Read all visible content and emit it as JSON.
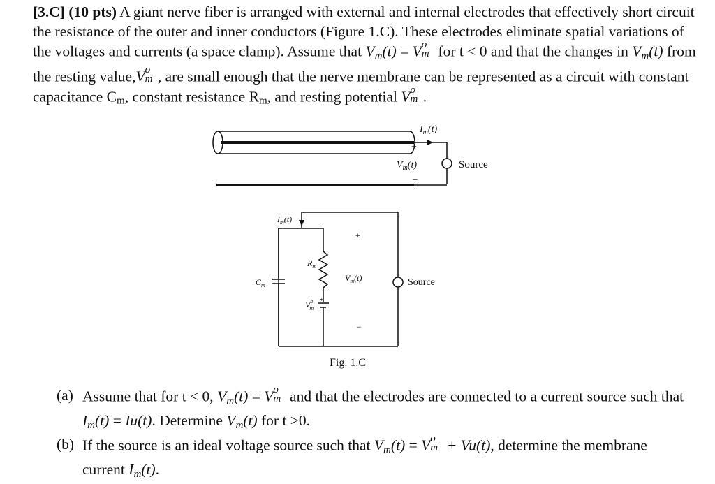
{
  "problem": {
    "heading": "[3.C] (10 pts)",
    "text_1": " A giant nerve fiber is arranged with external and internal electrodes that effectively short circuit the resistance of the outer and inner conductors (Figure 1.C). These electrodes eliminate spatial variations of the voltages and currents (a space clamp). Assume that ",
    "vm_t": "V",
    "eq_1": " = ",
    "text_2": " for t < 0 and that the changes in ",
    "text_3": " from the resting value,",
    "text_4": ", are small enough that the nerve membrane can be represented as a circuit with constant capacitance C",
    "text_5": ", constant resistance R",
    "text_6": ", and resting potential ",
    "text_7": ".",
    "sub_m": "m",
    "sup_o": "o",
    "t_arg": "(t)"
  },
  "figure": {
    "top_current_label": "I",
    "top_voltage_label": "V",
    "top_source_label": "Source",
    "top_plus": "+",
    "top_minus": "−",
    "bottom_current_label": "I",
    "bottom_r_label": "R",
    "bottom_c_label": "C",
    "bottom_v_label": "V",
    "bottom_vo_label": "V",
    "bottom_source_label": "Source",
    "bottom_plus": "+",
    "bottom_minus": "−",
    "caption": "Fig. 1.C"
  },
  "questions": [
    {
      "label": "(a)",
      "text_1": "Assume that for t < 0, ",
      "text_2": " and that the electrodes are connected to a current source such that ",
      "text_3": ". Determine ",
      "text_4": " for t >0."
    },
    {
      "label": "(b)",
      "text_1": "If the source is an ideal voltage source such that ",
      "text_2": ", determine the membrane current ",
      "text_3": "."
    }
  ],
  "math": {
    "V": "V",
    "I": "I",
    "t": "(t)",
    "eq": " = ",
    "Iu": "Iu(t)",
    "plusVu": " + Vu(t)",
    "m": "m",
    "o": "o"
  }
}
